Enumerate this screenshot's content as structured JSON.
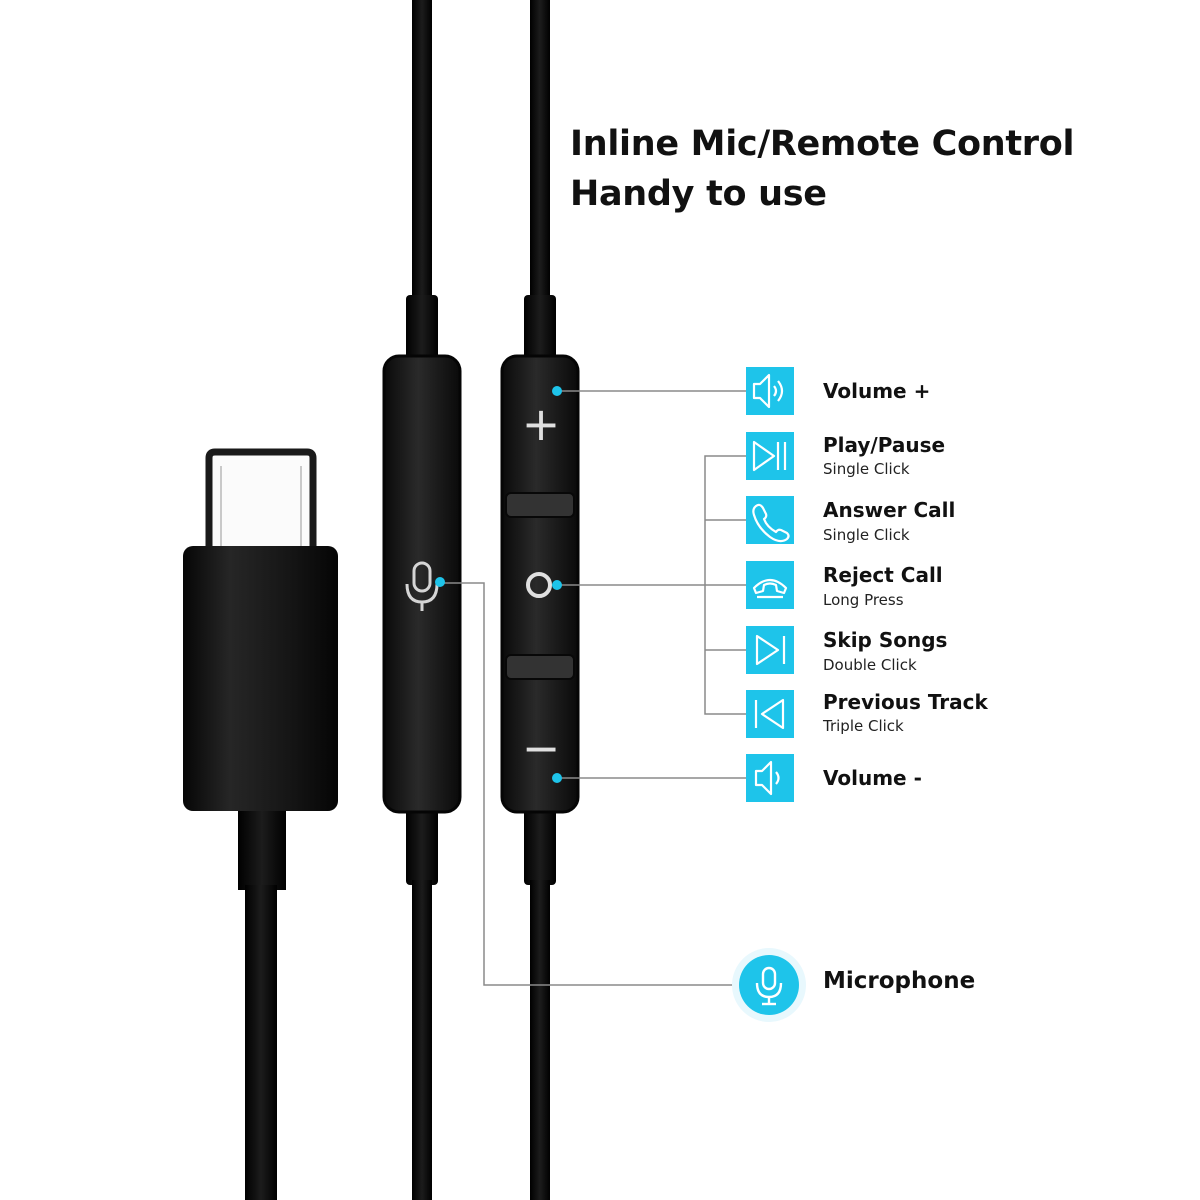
{
  "heading": {
    "line1": "Inline Mic/Remote Control",
    "line2": "Handy to use"
  },
  "colors": {
    "accent": "#1ec4ea",
    "cable": "#0c0c0c",
    "body": "#1d1d1d",
    "leader_line": "#8a8a8a",
    "text": "#111111"
  },
  "remote_buttons": {
    "plus_symbol": "+",
    "minus_symbol": "−"
  },
  "features": [
    {
      "label": "Volume +",
      "sub": "",
      "icon": "volume-up-icon"
    },
    {
      "label": "Play/Pause",
      "sub": "Single Click",
      "icon": "play-pause-icon"
    },
    {
      "label": "Answer Call",
      "sub": "Single Click",
      "icon": "phone-answer-icon"
    },
    {
      "label": "Reject Call",
      "sub": "Long Press",
      "icon": "phone-reject-icon"
    },
    {
      "label": "Skip Songs",
      "sub": "Double Click",
      "icon": "skip-forward-icon"
    },
    {
      "label": "Previous Track",
      "sub": "Triple Click",
      "icon": "skip-back-icon"
    },
    {
      "label": "Volume -",
      "sub": "",
      "icon": "volume-down-icon"
    }
  ],
  "microphone": {
    "label": "Microphone",
    "icon": "microphone-icon"
  }
}
